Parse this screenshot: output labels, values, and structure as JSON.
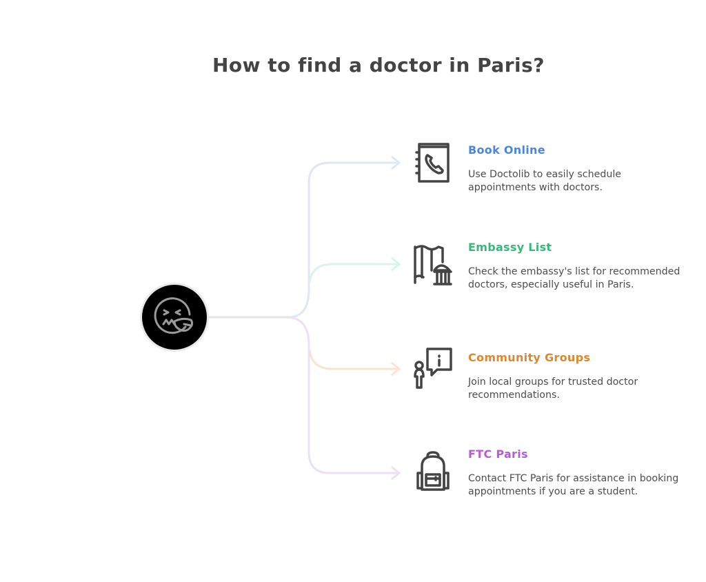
{
  "title": "How to find a doctor in Paris?",
  "hub": {
    "icon": "nauseated-face-icon"
  },
  "items": [
    {
      "title": "Book Online",
      "color": "#4a86e0",
      "line_color": "#dfe6f6",
      "icon": "phone-book-icon",
      "description": "Use Doctolib to easily schedule appointments with doctors."
    },
    {
      "title": "Embassy List",
      "color": "#35b878",
      "line_color": "#d9f4e8",
      "icon": "map-embassy-icon",
      "description": "Check the embassy's list for recommended doctors, especially useful in Paris."
    },
    {
      "title": "Community Groups",
      "color": "#e0862e",
      "line_color": "#f8e4cf",
      "icon": "person-info-bubble-icon",
      "description": "Join local groups for trusted doctor recommendations."
    },
    {
      "title": "FTC Paris",
      "color": "#b65ad8",
      "line_color": "#eee0f4",
      "icon": "backpack-icon",
      "description": "Contact FTC Paris for assistance in booking appointments if you are a student."
    }
  ]
}
